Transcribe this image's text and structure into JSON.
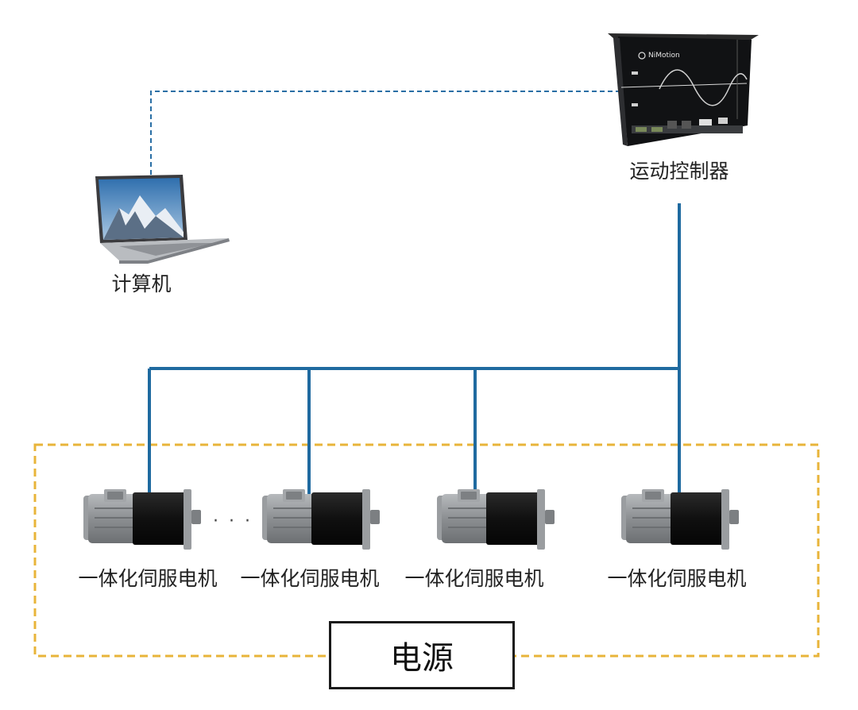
{
  "labels": {
    "computer": "计算机",
    "controller": "运动控制器",
    "motor": "一体化伺服电机",
    "power": "电源",
    "ellipsis": "· · ·"
  },
  "controller_device": {
    "brand": "NiMotion"
  },
  "colors": {
    "bus_line": "#1f6aa0",
    "dashed_link": "#2a6fa5",
    "power_boundary": "#e8b43a",
    "motor_gray": "#8c8f92",
    "motor_black": "#121212"
  }
}
